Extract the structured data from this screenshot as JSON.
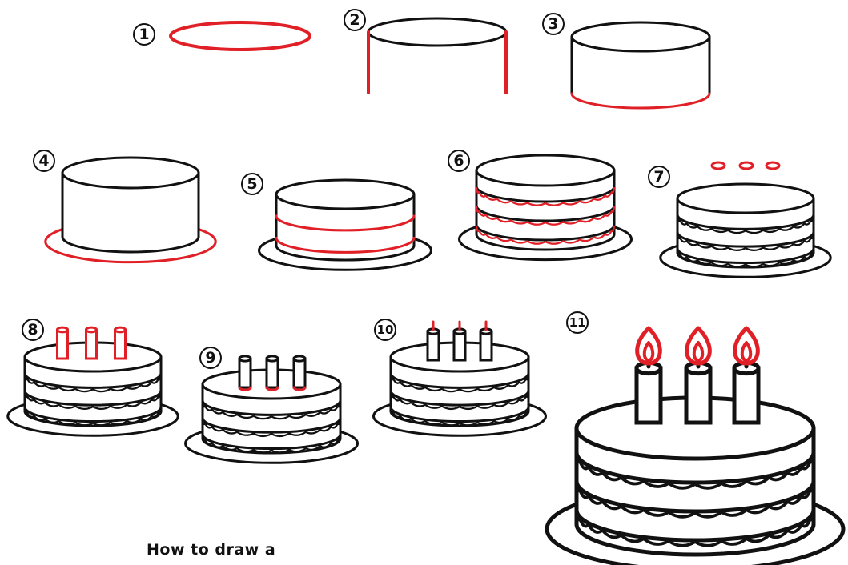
{
  "steps": [
    "1",
    "2",
    "3",
    "4",
    "5",
    "6",
    "7",
    "8",
    "9",
    "10",
    "11"
  ],
  "caption": "How to draw a",
  "colors": {
    "ink": "#111111",
    "accent": "#e01f26",
    "background": "#ffffff"
  }
}
